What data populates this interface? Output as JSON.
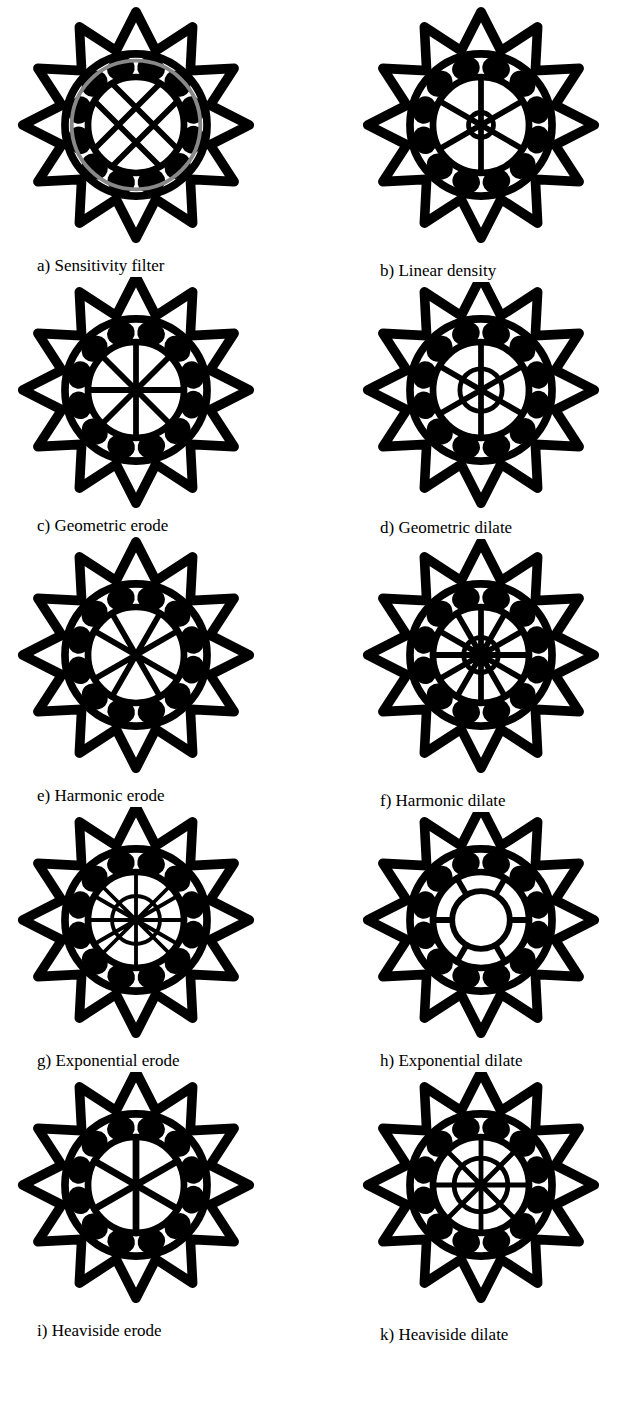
{
  "diagram": {
    "labels": [
      "a) Sensitivity filter",
      "b) Linear density",
      "c) Geometric erode",
      "d) Geometric dilate",
      "e) Harmonic erode",
      "f) Harmonic dilate",
      "g) Exponential erode",
      "h) Exponential dilate",
      "i) Heaviside erode",
      "k) Heaviside dilate"
    ]
  }
}
